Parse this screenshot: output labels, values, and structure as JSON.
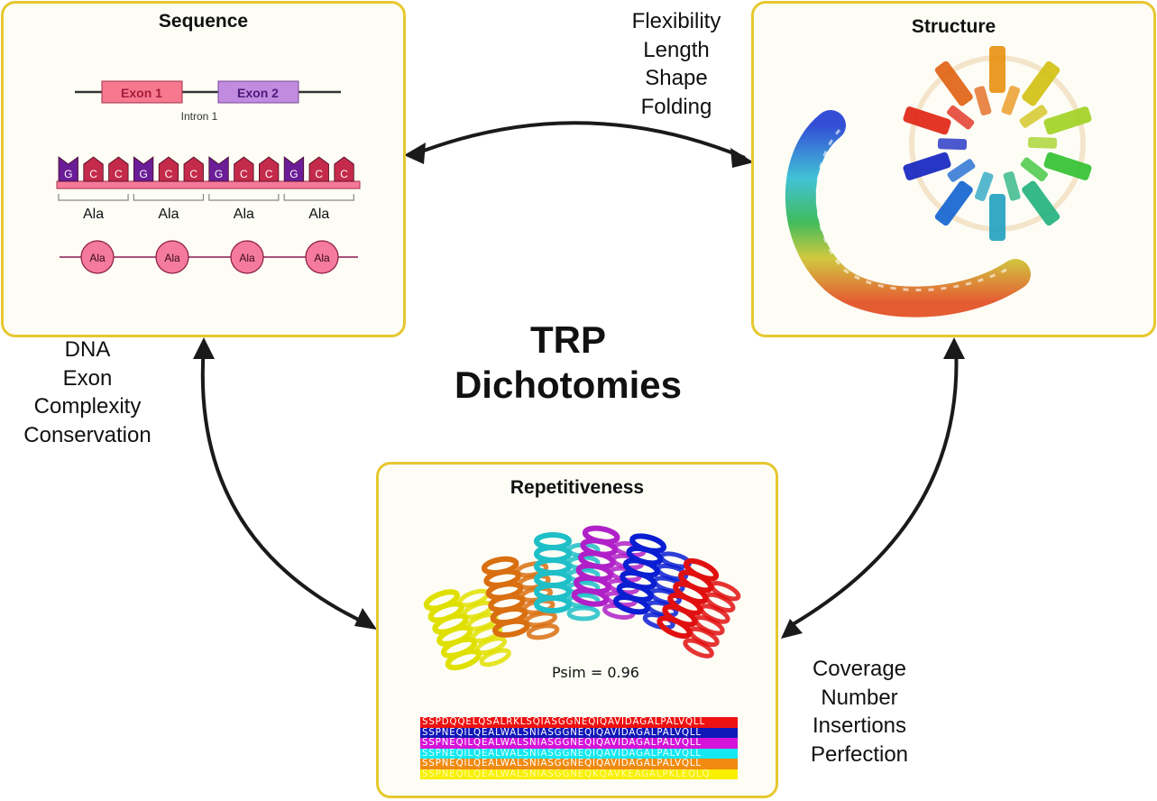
{
  "title": {
    "line1": "TRP",
    "line2": "Dichotomies"
  },
  "panels": {
    "sequence": {
      "title": "Sequence",
      "exons": [
        {
          "label": "Exon 1",
          "fill": "#f7798f",
          "text": "#a51c3c"
        },
        {
          "label": "Exon 2",
          "fill": "#c18be0",
          "text": "#4a1a78"
        }
      ],
      "intron_label": "Intron 1",
      "codons": [
        {
          "bases": [
            "G",
            "C",
            "C"
          ],
          "amino": "Ala"
        },
        {
          "bases": [
            "G",
            "C",
            "C"
          ],
          "amino": "Ala"
        },
        {
          "bases": [
            "G",
            "C",
            "C"
          ],
          "amino": "Ala"
        },
        {
          "bases": [
            "G",
            "C",
            "C"
          ],
          "amino": "Ala"
        }
      ],
      "base_colors": {
        "G": "#6a1d96",
        "C": "#c42a4a"
      },
      "peptide": [
        "Ala",
        "Ala",
        "Ala",
        "Ala"
      ]
    },
    "structure": {
      "title": "Structure"
    },
    "repetitiveness": {
      "title": "Repetitiveness",
      "psim": "Psim = 0.96",
      "helix_colors": [
        "#e0e000",
        "#d96f10",
        "#1fbfc8",
        "#b020c8",
        "#0a1ed2",
        "#e01010"
      ],
      "alignment": [
        {
          "seq": "SSPDQQELQSALRKLSQIASGGNEQIQAVIDAGALPALVQLL",
          "bg": "#ee1111"
        },
        {
          "seq": "SSPNEQILQEALWALSNIASGGNEQIQAVIDAGALPALVQLL",
          "bg": "#1018b8"
        },
        {
          "seq": "SSPNEQILQEALWALSNIASGGNEQIQAVIDAGALPALVQLL",
          "bg": "#d414d8"
        },
        {
          "seq": "SSPNEQILQEALWALSNIASGGNEQIQAVIDAGALPALVQLL",
          "bg": "#14e8f0"
        },
        {
          "seq": "SSPNEQILQEALWALSNIASGGNEQIQAVIDAGALPALVQLL",
          "bg": "#f08a10"
        },
        {
          "seq": "SSPNEQILQEALWALSNIASGGNEQKQAVKEAGALPKLEQLQ",
          "bg": "#f8f000"
        }
      ]
    }
  },
  "edge_labels": {
    "sequence_structure": [
      "Flexibility",
      "Length",
      "Shape",
      "Folding"
    ],
    "sequence_repetitiveness": [
      "DNA",
      "Exon",
      "Complexity",
      "Conservation"
    ],
    "structure_repetitiveness": [
      "Coverage",
      "Number",
      "Insertions",
      "Perfection"
    ]
  },
  "colors": {
    "panel_border": "#e6c830",
    "panel_bg": "#fdfdf6",
    "arrow": "#1a1a1a"
  }
}
